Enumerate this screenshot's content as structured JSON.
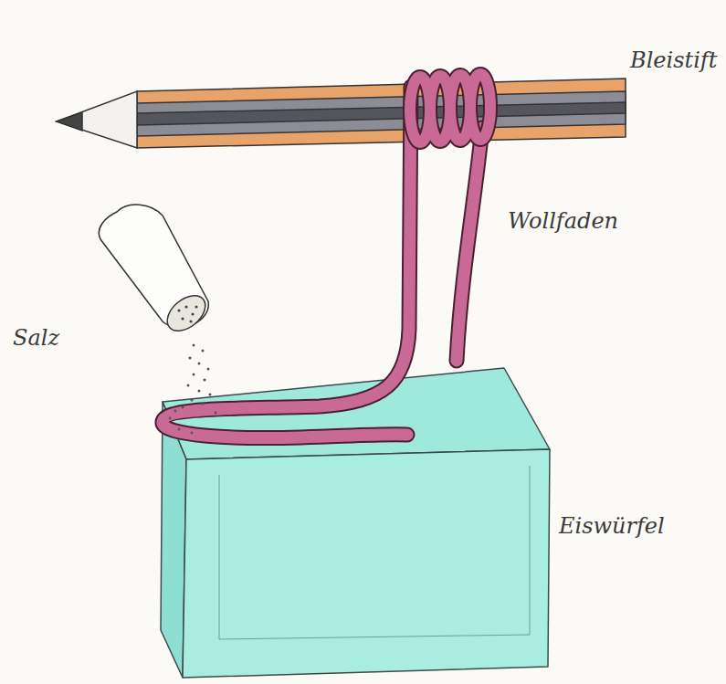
{
  "diagram": {
    "labels": [
      "Bleistift",
      "Wollfaden",
      "Salz",
      "Eiswürfel"
    ]
  }
}
